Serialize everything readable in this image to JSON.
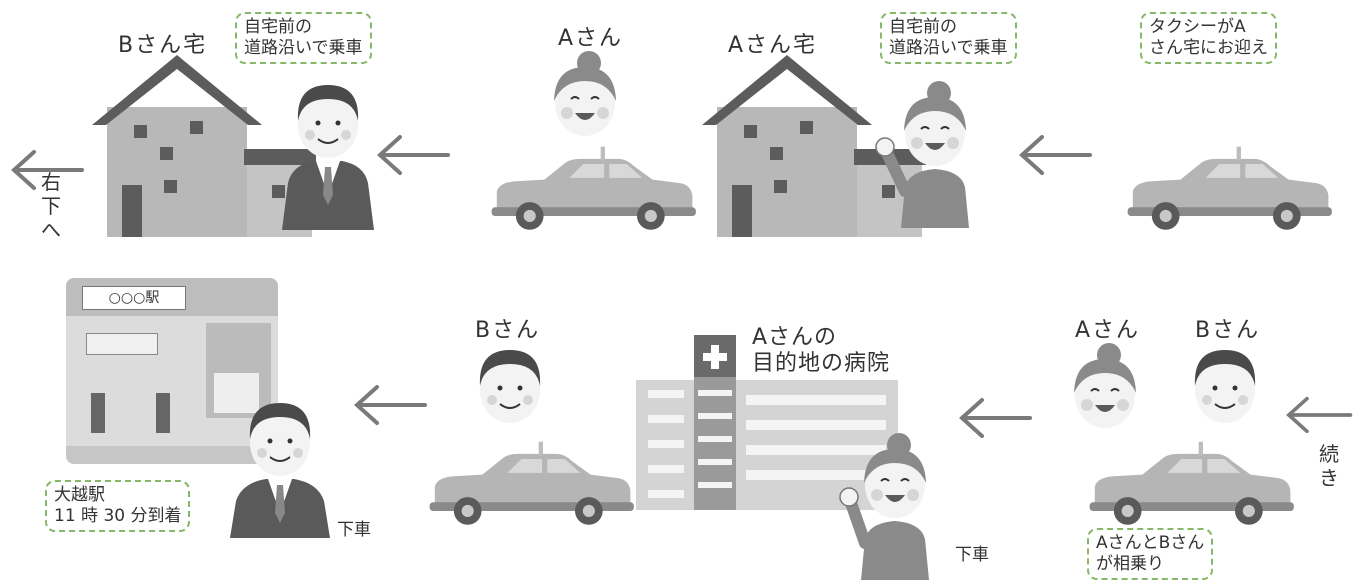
{
  "row1": {
    "b_house_label": "Bさん宅",
    "b_note": [
      "自宅前の",
      "道路沿いで乗車"
    ],
    "a_label": "Aさん",
    "a_house_label": "Aさん宅",
    "a_note": [
      "自宅前の",
      "道路沿いで乗車"
    ],
    "taxi_note": [
      "タクシーがA",
      "さん宅にお迎え"
    ],
    "turn_text": [
      "右",
      "下",
      "へ"
    ]
  },
  "row2": {
    "station_sign": "○○○駅",
    "station_note": [
      "大越駅",
      "11 時 30 分到着"
    ],
    "b_alight": "下車",
    "b_label": "Bさん",
    "hospital_label": [
      "Aさんの",
      "目的地の病院"
    ],
    "a_alight": "下車",
    "a_label": "Aさん",
    "b2_label": "Bさん",
    "share_note": [
      "AさんとBさん",
      "が相乗り"
    ],
    "continued": [
      "続",
      "き"
    ]
  },
  "colors": {
    "note_border": "#86b86a",
    "house_wall": "#b8b8b8",
    "house_roof": "#5c5c5c",
    "car_body": "#b5b5b5",
    "skin": "#f3f3f3",
    "cheek": "#d6d6d6",
    "arrow": "#7a7a7a"
  }
}
